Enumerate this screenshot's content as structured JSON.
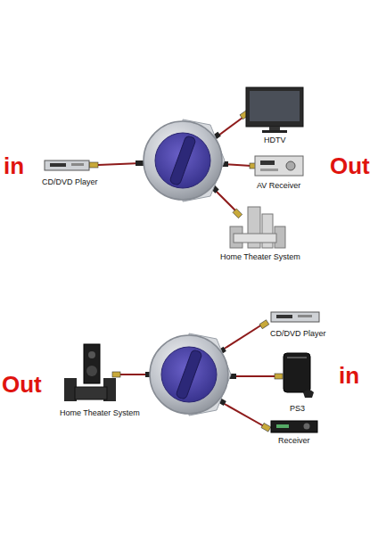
{
  "diagram": {
    "nodes": [
      {
        "text": [
          "HDTV"
        ]
      },
      {
        "text": [
          "CD/DVD Player"
        ]
      },
      {
        "text": [
          "AV Receiver"
        ]
      },
      {
        "text": [
          "Home Theater System"
        ]
      },
      {
        "text": [
          "CD/DVD Player"
        ]
      },
      {
        "text": [
          "PS3"
        ]
      },
      {
        "text": [
          "Home Theater System"
        ]
      },
      {
        "text": [
          "Receiver"
        ]
      }
    ],
    "labels": [
      "in",
      "Out",
      "Out",
      "in"
    ]
  }
}
